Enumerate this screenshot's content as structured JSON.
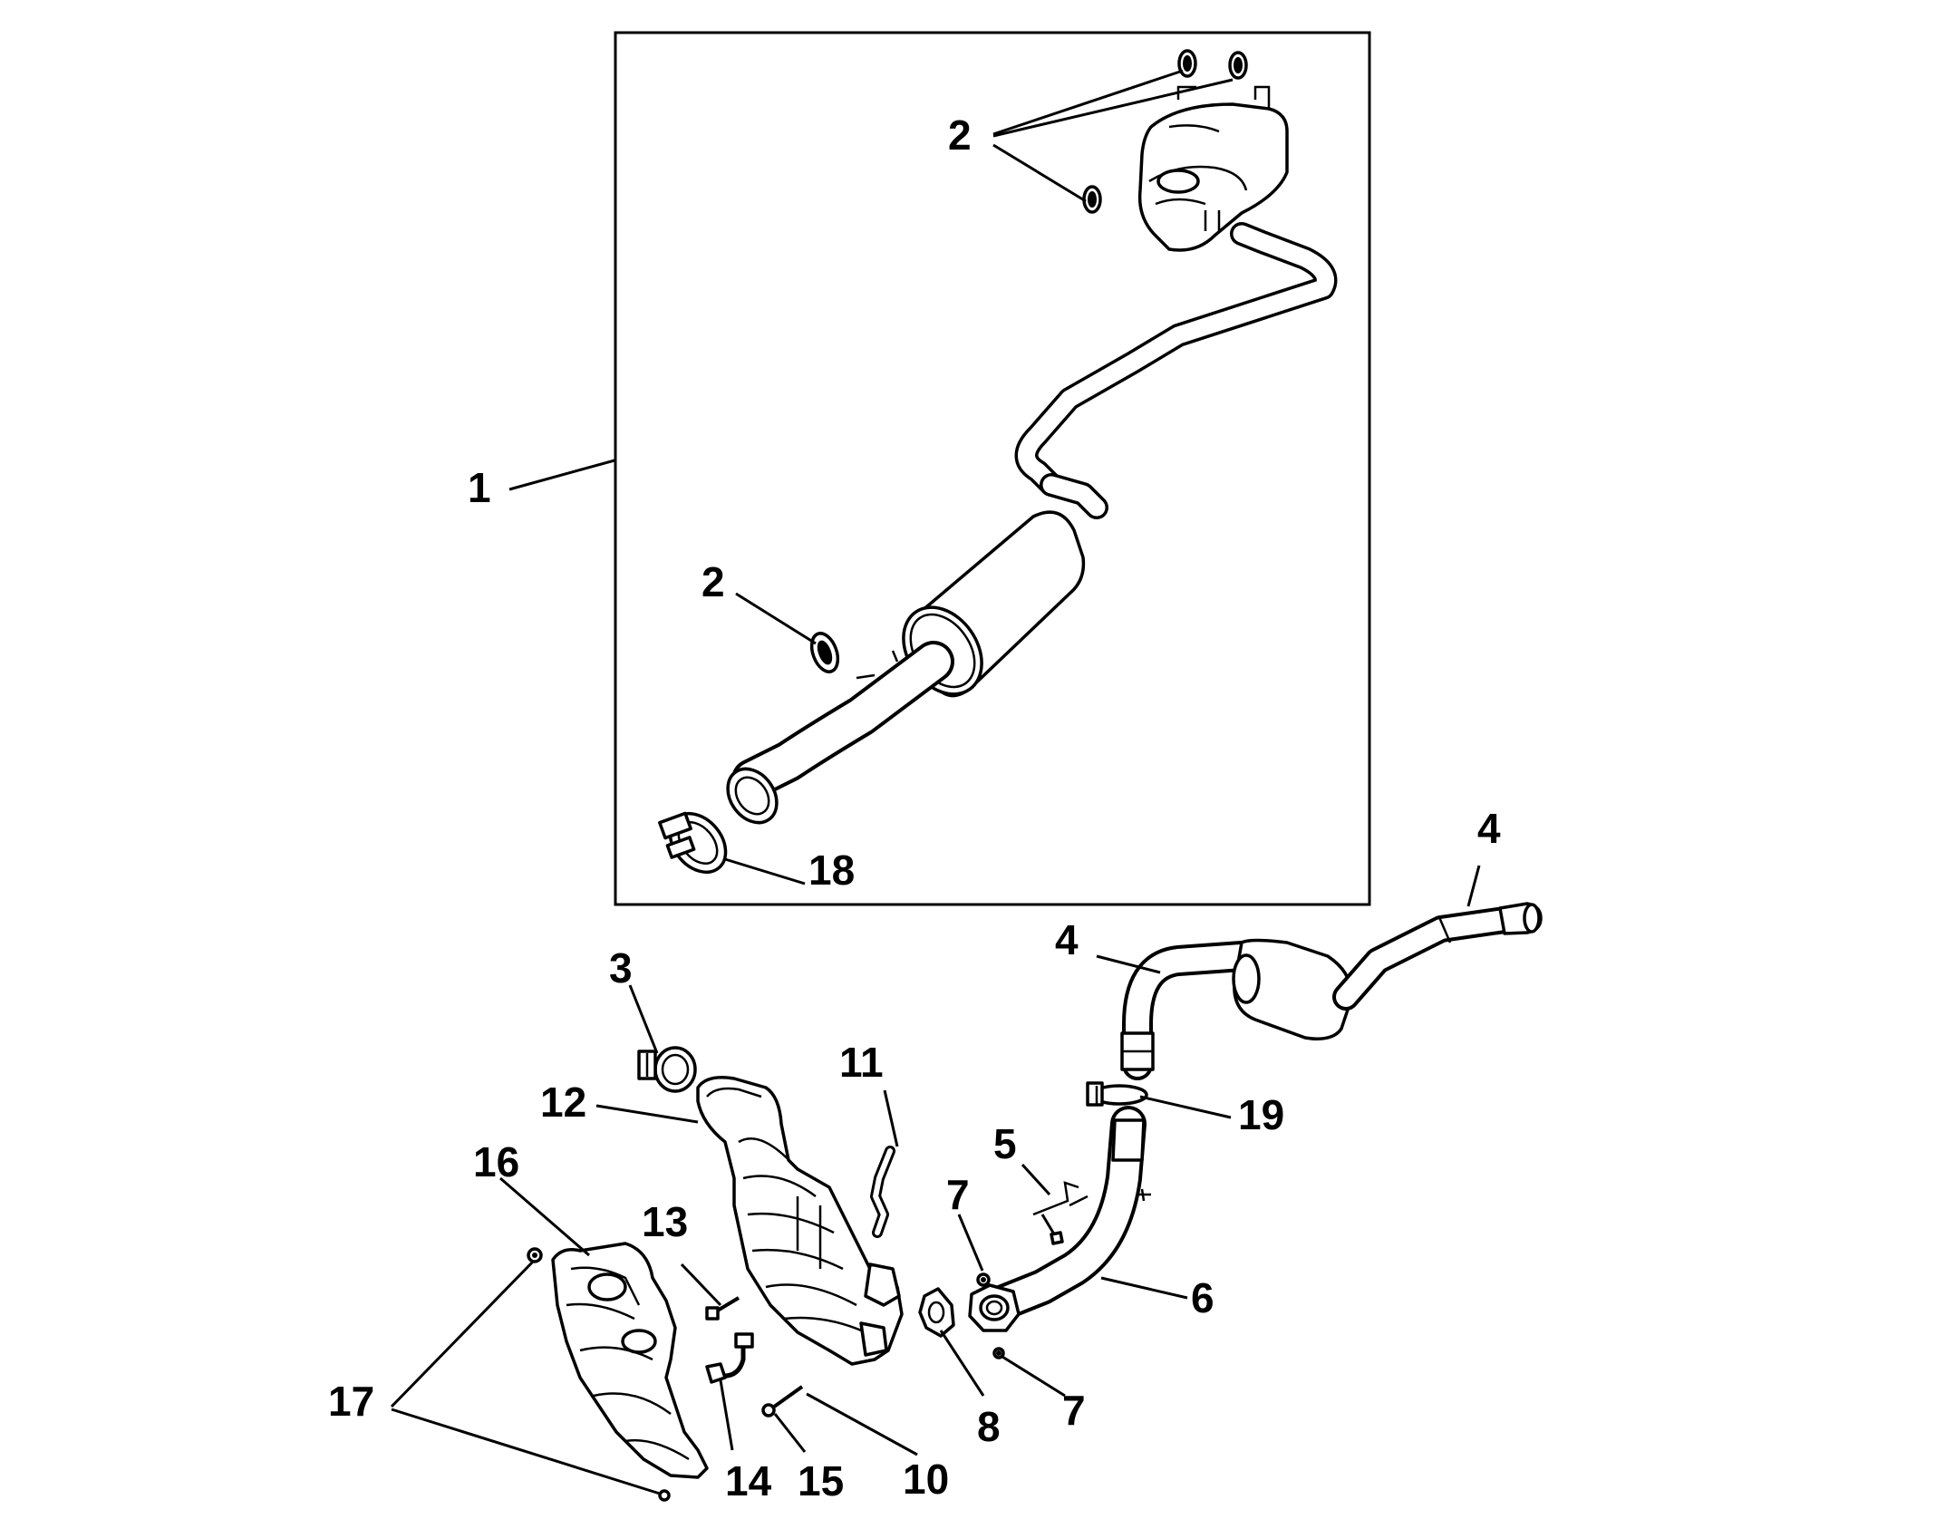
{
  "callouts": {
    "c1": "1",
    "c2a": "2",
    "c2b": "2",
    "c3": "3",
    "c4a": "4",
    "c4b": "4",
    "c5": "5",
    "c6": "6",
    "c7a": "7",
    "c7b": "7",
    "c8": "8",
    "c10": "10",
    "c11": "11",
    "c12": "12",
    "c13": "13",
    "c14": "14",
    "c15": "15",
    "c16": "16",
    "c17": "17",
    "c18": "18",
    "c19": "19"
  },
  "colors": {
    "line": "#000000",
    "background": "#ffffff"
  }
}
